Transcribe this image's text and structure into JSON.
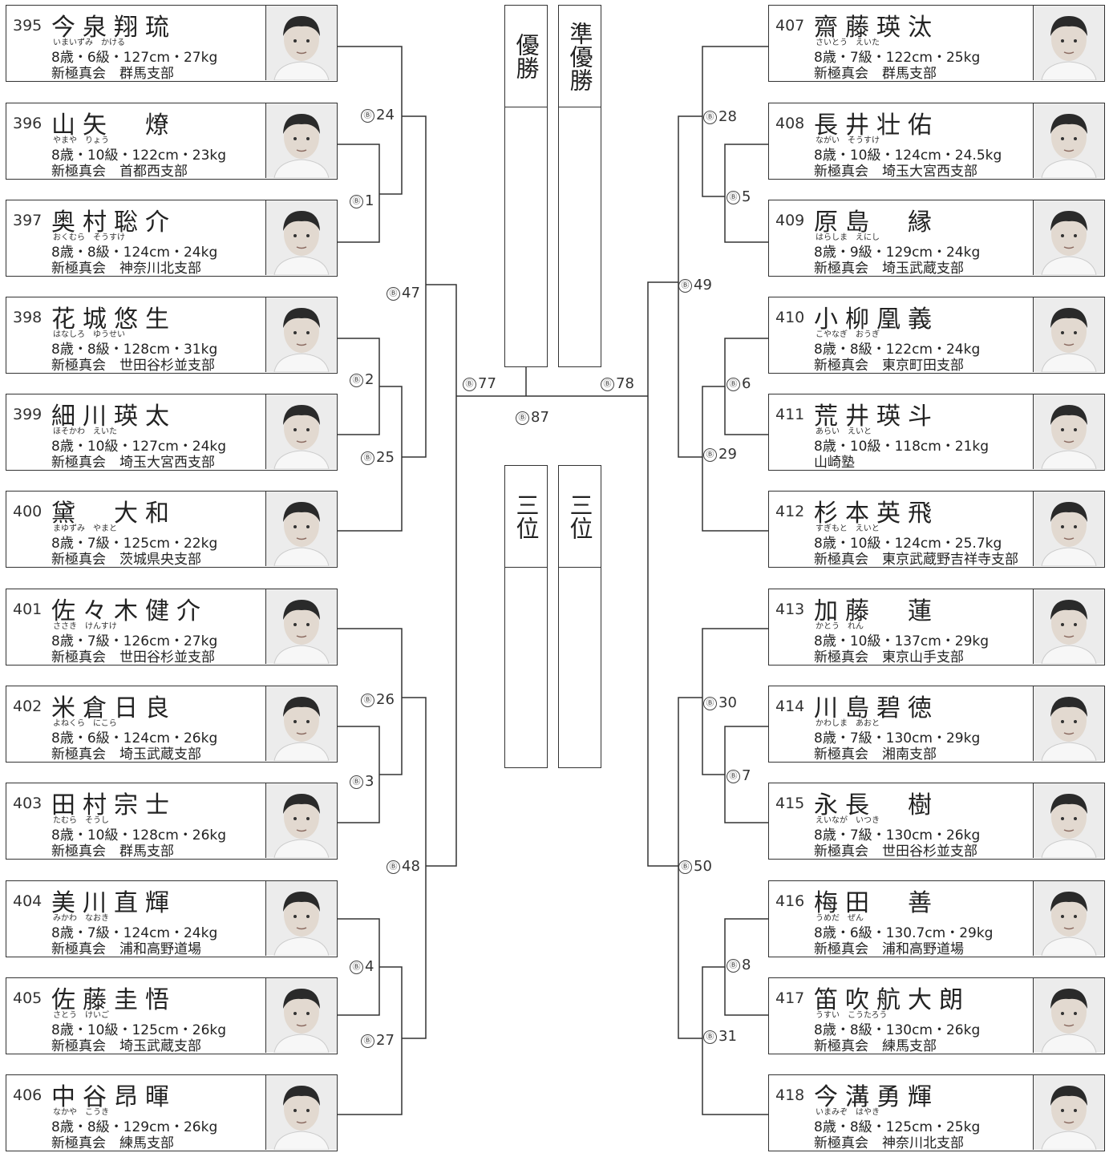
{
  "left_competitors": [
    {
      "num": "395",
      "name": "今泉翔琉",
      "kana": "いまいずみ　かける",
      "stats": "8歳・6級・127cm・27kg",
      "club": "新極真会　群馬支部"
    },
    {
      "num": "396",
      "name": "山矢　燎",
      "kana": "やまや　りょう",
      "stats": "8歳・10級・122cm・23kg",
      "club": "新極真会　首都西支部"
    },
    {
      "num": "397",
      "name": "奥村聡介",
      "kana": "おくむら　そうすけ",
      "stats": "8歳・8級・124cm・24kg",
      "club": "新極真会　神奈川北支部"
    },
    {
      "num": "398",
      "name": "花城悠生",
      "kana": "はなしろ　ゆうせい",
      "stats": "8歳・8級・128cm・31kg",
      "club": "新極真会　世田谷杉並支部"
    },
    {
      "num": "399",
      "name": "細川瑛太",
      "kana": "ほそかわ　えいた",
      "stats": "8歳・10級・127cm・24kg",
      "club": "新極真会　埼玉大宮西支部"
    },
    {
      "num": "400",
      "name": "黛　大和",
      "kana": "まゆずみ　やまと",
      "stats": "8歳・7級・125cm・22kg",
      "club": "新極真会　茨城県央支部"
    },
    {
      "num": "401",
      "name": "佐々木健介",
      "kana": "ささき　けんすけ",
      "stats": "8歳・7級・126cm・27kg",
      "club": "新極真会　世田谷杉並支部"
    },
    {
      "num": "402",
      "name": "米倉日良",
      "kana": "よねくら　にこら",
      "stats": "8歳・6級・124cm・26kg",
      "club": "新極真会　埼玉武蔵支部"
    },
    {
      "num": "403",
      "name": "田村宗士",
      "kana": "たむら　そうし",
      "stats": "8歳・10級・128cm・26kg",
      "club": "新極真会　群馬支部"
    },
    {
      "num": "404",
      "name": "美川直輝",
      "kana": "みかわ　なおき",
      "stats": "8歳・7級・124cm・24kg",
      "club": "新極真会　浦和高野道場"
    },
    {
      "num": "405",
      "name": "佐藤圭悟",
      "kana": "さとう　けいご",
      "stats": "8歳・10級・125cm・26kg",
      "club": "新極真会　埼玉武蔵支部"
    },
    {
      "num": "406",
      "name": "中谷昂暉",
      "kana": "なかや　こうき",
      "stats": "8歳・8級・129cm・26kg",
      "club": "新極真会　練馬支部"
    }
  ],
  "right_competitors": [
    {
      "num": "407",
      "name": "齋藤瑛汰",
      "kana": "さいとう　えいた",
      "stats": "8歳・7級・122cm・25kg",
      "club": "新極真会　群馬支部"
    },
    {
      "num": "408",
      "name": "長井壮佑",
      "kana": "ながい　そうすけ",
      "stats": "8歳・10級・124cm・24.5kg",
      "club": "新極真会　埼玉大宮西支部"
    },
    {
      "num": "409",
      "name": "原島　縁",
      "kana": "はらしま　えにし",
      "stats": "8歳・9級・129cm・24kg",
      "club": "新極真会　埼玉武蔵支部"
    },
    {
      "num": "410",
      "name": "小柳凰義",
      "kana": "こやなぎ　おうぎ",
      "stats": "8歳・8級・122cm・24kg",
      "club": "新極真会　東京町田支部"
    },
    {
      "num": "411",
      "name": "荒井瑛斗",
      "kana": "あらい　えいと",
      "stats": "8歳・10級・118cm・21kg",
      "club": "山崎塾"
    },
    {
      "num": "412",
      "name": "杉本英飛",
      "kana": "すぎもと　えいと",
      "stats": "8歳・10級・124cm・25.7kg",
      "club": "新極真会　東京武蔵野吉祥寺支部"
    },
    {
      "num": "413",
      "name": "加藤　蓮",
      "kana": "かとう　れん",
      "stats": "8歳・10級・137cm・29kg",
      "club": "新極真会　東京山手支部"
    },
    {
      "num": "414",
      "name": "川島碧徳",
      "kana": "かわしま　あおと",
      "stats": "8歳・7級・130cm・29kg",
      "club": "新極真会　湘南支部"
    },
    {
      "num": "415",
      "name": "永長　樹",
      "kana": "えいなが　いつき",
      "stats": "8歳・7級・130cm・26kg",
      "club": "新極真会　世田谷杉並支部"
    },
    {
      "num": "416",
      "name": "梅田　善",
      "kana": "うめだ　ぜん",
      "stats": "8歳・6級・130.7cm・29kg",
      "club": "新極真会　浦和高野道場"
    },
    {
      "num": "417",
      "name": "笛吹航大朗",
      "kana": "うすい　こうたろう",
      "stats": "8歳・8級・130cm・26kg",
      "club": "新極真会　練馬支部"
    },
    {
      "num": "418",
      "name": "今溝勇輝",
      "kana": "いまみぞ　はやき",
      "stats": "8歳・8級・125cm・25kg",
      "club": "新極真会　神奈川北支部"
    }
  ],
  "match_prefix": "Ⓑ",
  "matches": {
    "m1": "1",
    "m2": "2",
    "m3": "3",
    "m4": "4",
    "m5": "5",
    "m6": "6",
    "m7": "7",
    "m8": "8",
    "m24": "24",
    "m25": "25",
    "m26": "26",
    "m27": "27",
    "m28": "28",
    "m29": "29",
    "m30": "30",
    "m31": "31",
    "m47": "47",
    "m48": "48",
    "m49": "49",
    "m50": "50",
    "m77": "77",
    "m78": "78",
    "m87": "87"
  },
  "ranks": {
    "winner": "優勝",
    "runner_up": "準優勝",
    "third_a": "三位",
    "third_b": "三位"
  }
}
